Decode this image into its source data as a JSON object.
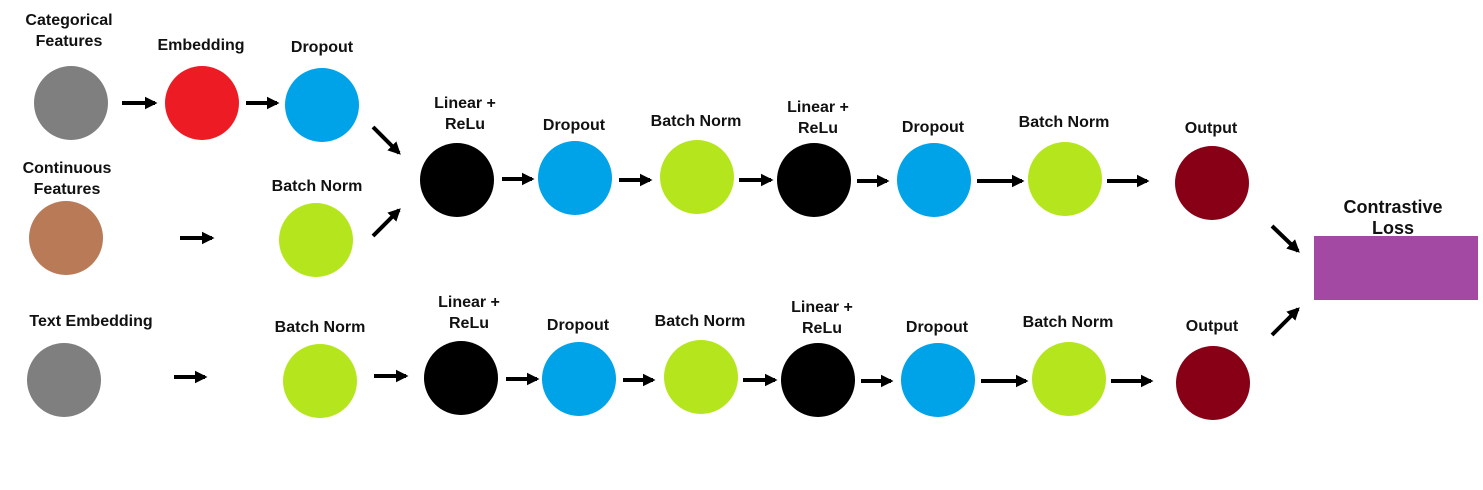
{
  "colors": {
    "gray": "#7f7f7f",
    "red": "#ed1c24",
    "blue": "#00a2e8",
    "green": "#b5e61d",
    "brown": "#b97a57",
    "black": "#000000",
    "maroon": "#880015",
    "purple": "#a349a4"
  },
  "inputs": {
    "categorical": "Categorical\nFeatures",
    "continuous": "Continuous\nFeatures",
    "text": "Text Embedding"
  },
  "top_branch": {
    "embedding": "Embedding",
    "dropout": "Dropout",
    "batch_norm": "Batch Norm"
  },
  "top_path": [
    "Linear +\nReLu",
    "Dropout",
    "Batch Norm",
    "Linear +\nReLu",
    "Dropout",
    "Batch Norm",
    "Output"
  ],
  "bottom_path": [
    "Batch Norm",
    "Linear +\nReLu",
    "Dropout",
    "Batch Norm",
    "Linear +\nReLu",
    "Dropout",
    "Batch Norm",
    "Output"
  ],
  "loss": {
    "label": "Contrastive Loss"
  }
}
